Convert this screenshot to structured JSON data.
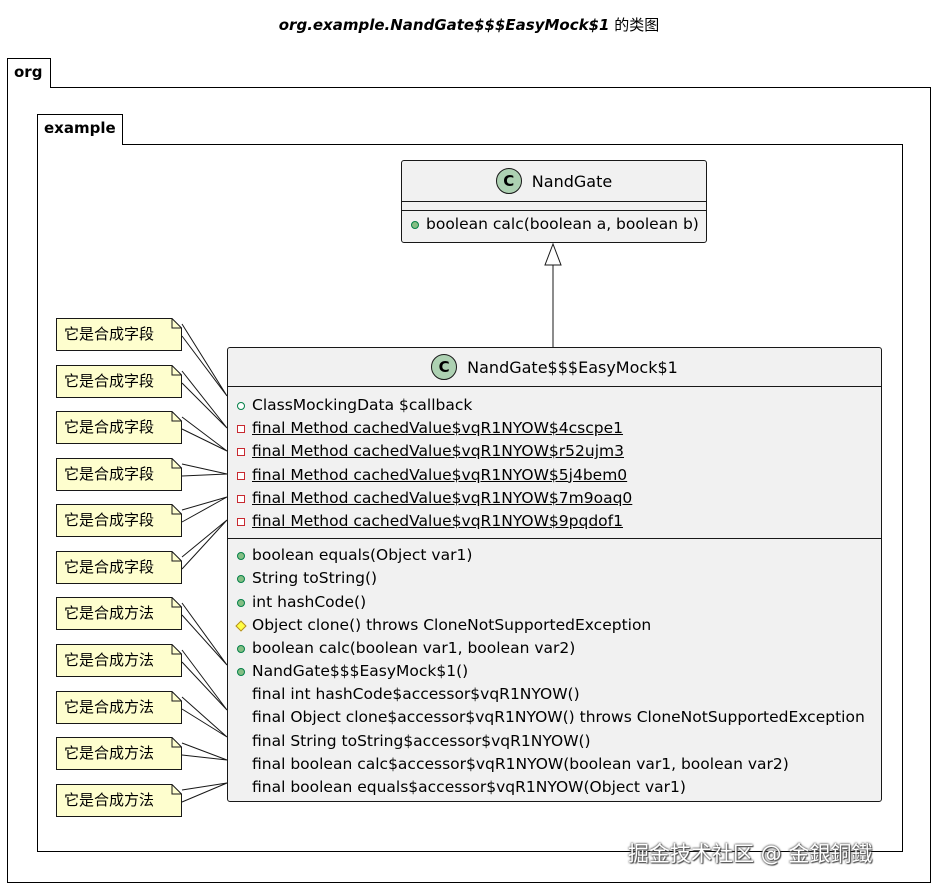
{
  "title": {
    "main": "org.example.NandGate$$$EasyMock$1",
    "suffix": " 的类图"
  },
  "packages": {
    "outer": "org",
    "inner": "example"
  },
  "parent_class": {
    "icon": "C",
    "name": "NandGate",
    "methods": [
      {
        "vis": "pub-fill",
        "text": "boolean calc(boolean a, boolean b)"
      }
    ]
  },
  "child_class": {
    "icon": "C",
    "name": "NandGate$$$EasyMock$1",
    "fields": [
      {
        "vis": "pub-hollow",
        "text": "ClassMockingData $callback",
        "underline": false
      },
      {
        "vis": "priv",
        "text": "final Method cachedValue$vqR1NYOW$4cscpe1",
        "underline": true
      },
      {
        "vis": "priv",
        "text": "final Method cachedValue$vqR1NYOW$r52ujm3",
        "underline": true
      },
      {
        "vis": "priv",
        "text": "final Method cachedValue$vqR1NYOW$5j4bem0",
        "underline": true
      },
      {
        "vis": "priv",
        "text": "final Method cachedValue$vqR1NYOW$7m9oaq0",
        "underline": true
      },
      {
        "vis": "priv",
        "text": "final Method cachedValue$vqR1NYOW$9pqdof1",
        "underline": true
      }
    ],
    "methods": [
      {
        "vis": "pub-fill",
        "text": "boolean equals(Object var1)"
      },
      {
        "vis": "pub-fill",
        "text": "String toString()"
      },
      {
        "vis": "pub-fill",
        "text": "int hashCode()"
      },
      {
        "vis": "prot",
        "text": "Object clone() throws CloneNotSupportedException"
      },
      {
        "vis": "pub-fill",
        "text": "boolean calc(boolean var1, boolean var2)"
      },
      {
        "vis": "pub-fill",
        "text": "NandGate$$$EasyMock$1()"
      },
      {
        "vis": "",
        "text": "final int hashCode$accessor$vqR1NYOW()"
      },
      {
        "vis": "",
        "text": "final Object clone$accessor$vqR1NYOW() throws CloneNotSupportedException"
      },
      {
        "vis": "",
        "text": "final String toString$accessor$vqR1NYOW()"
      },
      {
        "vis": "",
        "text": "final boolean calc$accessor$vqR1NYOW(boolean var1, boolean var2)"
      },
      {
        "vis": "",
        "text": "final boolean equals$accessor$vqR1NYOW(Object var1)"
      }
    ]
  },
  "notes": [
    {
      "text": "它是合成字段"
    },
    {
      "text": "它是合成字段"
    },
    {
      "text": "它是合成字段"
    },
    {
      "text": "它是合成字段"
    },
    {
      "text": "它是合成字段"
    },
    {
      "text": "它是合成字段"
    },
    {
      "text": "它是合成方法"
    },
    {
      "text": "它是合成方法"
    },
    {
      "text": "它是合成方法"
    },
    {
      "text": "它是合成方法"
    },
    {
      "text": "它是合成方法"
    }
  ],
  "watermark": "掘金技术社区 @ 金銀銅鐵",
  "colors": {
    "class_bg": "#f1f1f1",
    "class_icon": "#add1b2",
    "note_bg": "#fefece",
    "public": "#84be84",
    "private": "#c82930",
    "protected": "#ffff44"
  }
}
